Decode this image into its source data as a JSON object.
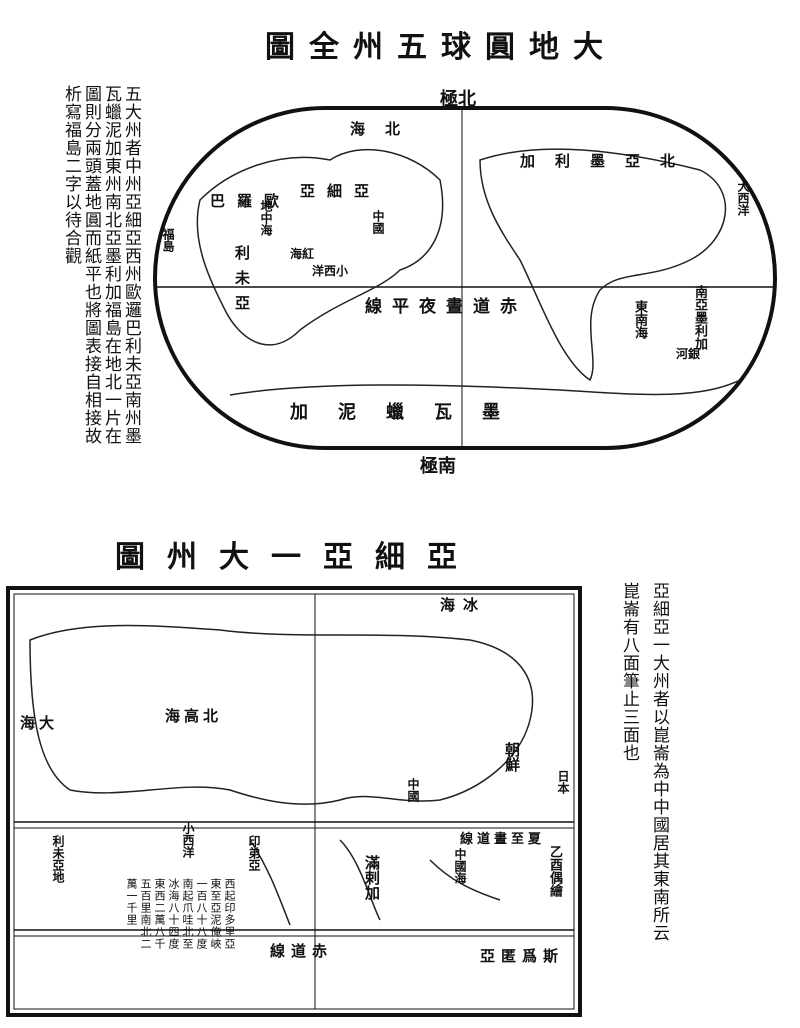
{
  "world_map": {
    "title": "大地圓球五州全圖",
    "north": "北極",
    "south": "南極",
    "note_columns": [
      "五大州者中州亞細亞西州歐邏巴利未亞南州墨",
      "瓦蠟泥加東州南北亞墨利加福島在地北一片在",
      "圖則分兩頭蓋地圓而紙平也將圖表接自相接故",
      "析寫福島二字以待合觀"
    ],
    "labels": {
      "north_sea": "北海",
      "europe": "歐羅巴",
      "asia": "亞細亞",
      "china": "中國",
      "north_america": "北亞墨利加",
      "equator": "赤道晝夜平線",
      "africa": "利未亞",
      "south_america": "南亞墨利加",
      "southeast_sea": "東南海",
      "magellanica": "墨瓦蠟泥加",
      "small_west_ocean": "小西洋",
      "red_sea": "紅海",
      "mediterranean": "地中海",
      "west_ocean": "大西洋",
      "fortunate_isles": "福島",
      "silver_river": "銀河"
    }
  },
  "asia_map": {
    "title": "亞細亞一大州圖",
    "note_columns": [
      "亞細亞一大州者以崑崙為中中國居其東南所云",
      "崑崙有八面筆止三面也"
    ],
    "labels": {
      "ice_sea": "冰海",
      "north_high_sea": "北高海",
      "great_sea": "大海",
      "china": "中國",
      "korea": "朝鮮",
      "japan": "日本",
      "summer_solstice_line": "夏至晝道線",
      "china_sea": "中國海",
      "malacca": "滿剌加",
      "small_west_ocean": "小西洋",
      "india": "印弟亞",
      "equator_line": "赤道線",
      "africa_land": "利未亞地",
      "sumatra": "斯爲匿亞",
      "signature": "乙酉偶繪"
    },
    "extent_note": [
      "西起印多里亞",
      "東至亞泥俺峽",
      "一百八十八度",
      "南起爪哇北至",
      "冰海八十四度",
      "東西二萬八千",
      "五百里南北二",
      "萬一千里"
    ]
  }
}
